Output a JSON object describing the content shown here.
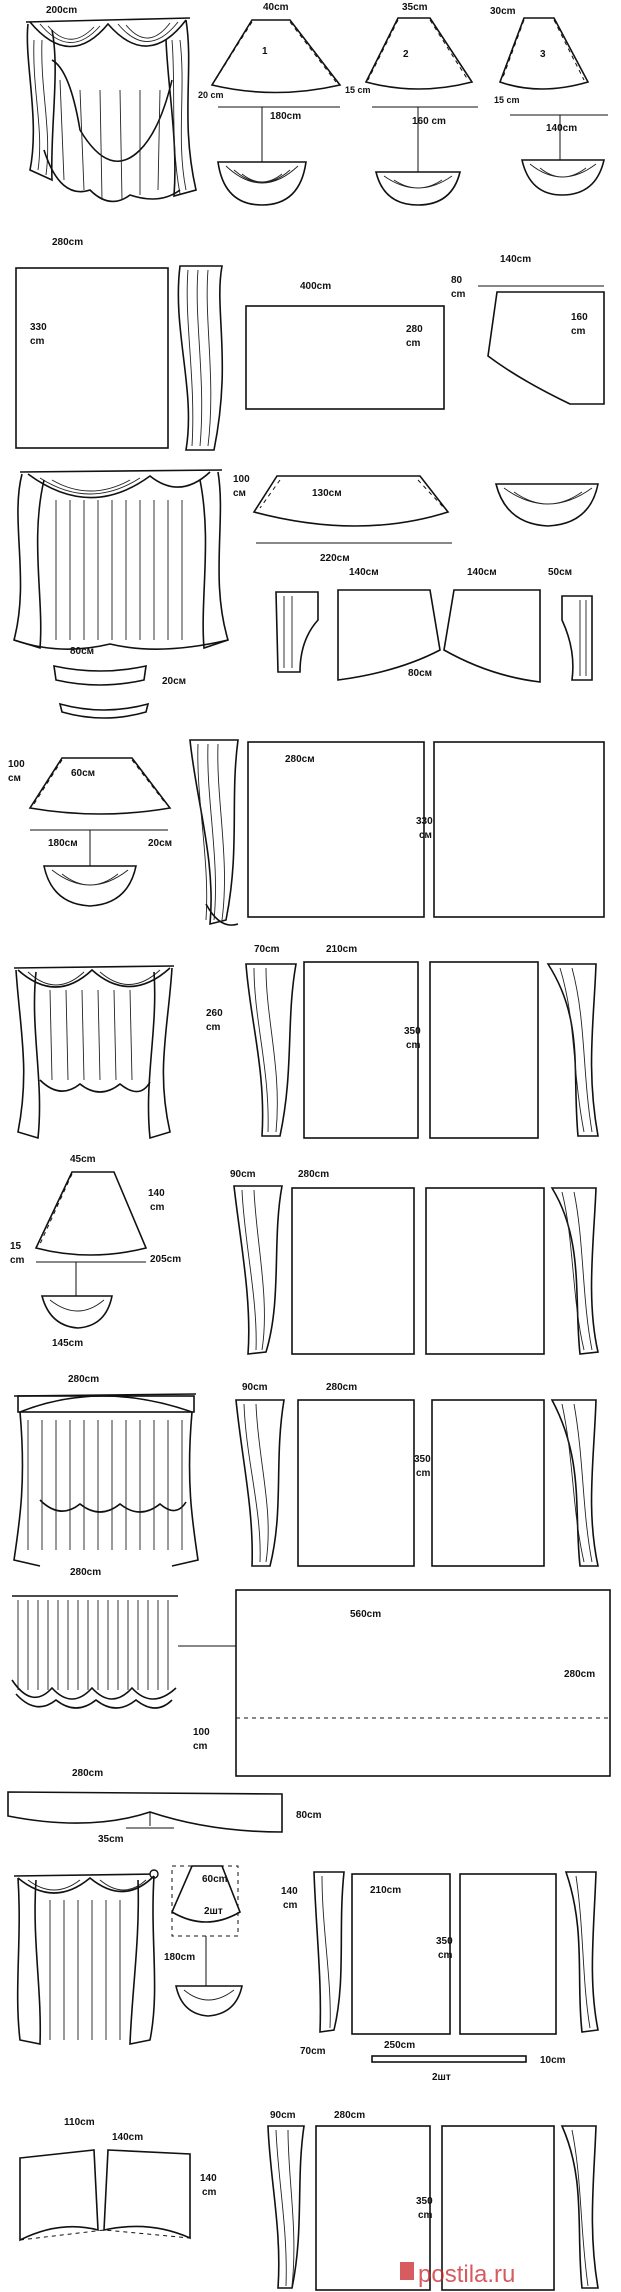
{
  "watermark": "postila.ru",
  "block1": {
    "drape_width": "200cm",
    "pattern1": {
      "num": "1",
      "top": "40cm",
      "side": "20 cm",
      "bottom": "180cm"
    },
    "pattern2": {
      "num": "2",
      "top": "35cm",
      "side": "15 cm",
      "bottom": "160 cm"
    },
    "pattern3": {
      "num": "3",
      "top": "30cm",
      "side": "15 cm",
      "bottom": "140cm"
    }
  },
  "block2": {
    "panel_width": "280cm",
    "panel_height_a": "330",
    "panel_height_b": "cm",
    "rect_width": "400cm",
    "rect_height_a": "280",
    "rect_height_b": "cm",
    "piece_width": "140cm",
    "piece_left_a": "80",
    "piece_left_b": "cm",
    "piece_right_a": "160",
    "piece_right_b": "cm"
  },
  "block3": {
    "arc_side_a": "100",
    "arc_side_b": "см",
    "arc_top": "130см",
    "arc_bottom": "220см",
    "left_piece": "140см",
    "right_piece": "140см",
    "center": "80см",
    "side_piece": "50см",
    "strip_top": "80см",
    "strip_side": "20см"
  },
  "block4": {
    "side_a": "100",
    "side_b": "см",
    "top": "60см",
    "bottom": "180см",
    "side2": "20см",
    "panel_width": "280см",
    "panel_height_a": "330",
    "panel_height_b": "см"
  },
  "block5": {
    "height_a": "260",
    "height_b": "cm",
    "side_width": "70cm",
    "panel_width": "210cm",
    "panel_height_a": "350",
    "panel_height_b": "cm"
  },
  "block6": {
    "top": "45cm",
    "side_a": "140",
    "side_b": "cm",
    "left_a": "15",
    "left_b": "cm",
    "right": "205cm",
    "bottom": "145cm",
    "side_width": "90cm",
    "panel_width": "280cm"
  },
  "block7": {
    "top": "280cm",
    "bottom": "280cm",
    "side_width": "90cm",
    "panel_width": "280cm",
    "panel_height_a": "350",
    "panel_height_b": "cm"
  },
  "block8": {
    "width": "560cm",
    "height": "280cm",
    "fold_a": "100",
    "fold_b": "cm"
  },
  "block9": {
    "width": "280cm",
    "height": "80cm",
    "dip": "35cm"
  },
  "block10": {
    "side_a": "140",
    "side_b": "cm",
    "top": "60cm",
    "qty": "2шт",
    "bottom": "180cm",
    "panel_width": "210cm",
    "panel_height_a": "350",
    "panel_height_b": "cm",
    "side_width": "70cm",
    "strip_width": "250cm",
    "strip_qty": "2шт",
    "strip_height": "10cm"
  },
  "block11": {
    "side_width": "90cm",
    "panel_width": "280cm",
    "left_top": "110cm",
    "right_top": "140cm",
    "height_a": "140",
    "height_b": "cm",
    "panel_height_a": "350",
    "panel_height_b": "cm"
  }
}
